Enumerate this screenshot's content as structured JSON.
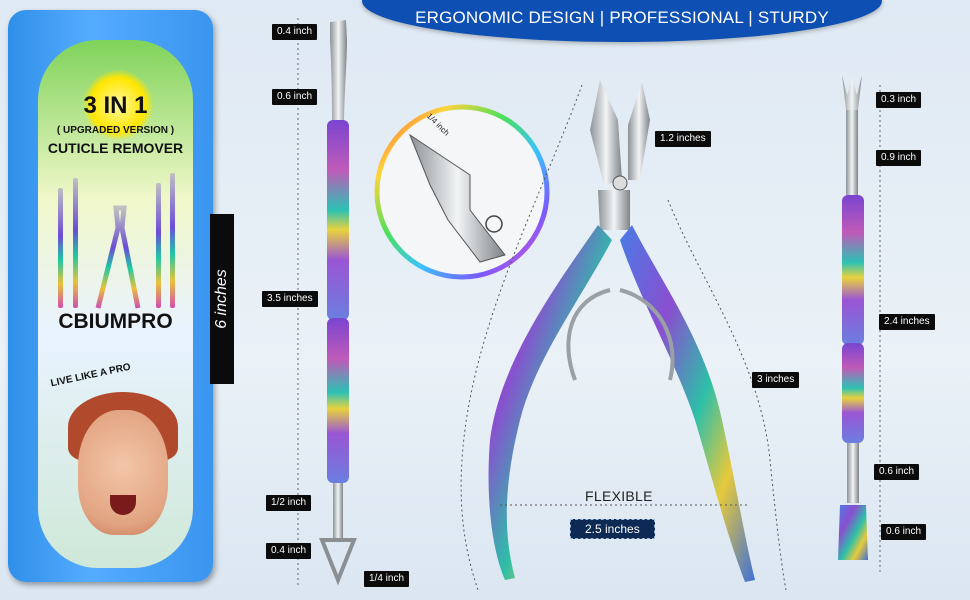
{
  "banner": {
    "text": "ERGONOMIC DESIGN | PROFESSIONAL | STURDY"
  },
  "package": {
    "headline": "3 IN 1",
    "subheadline": "( UPGRADED VERSION )",
    "product": "CUTICLE REMOVER",
    "brand": "CBIUMPRO",
    "motto": "LIVE LIKE A PRO"
  },
  "left_tool": {
    "overall_length": "6 inches",
    "labels": [
      "0.4 inch",
      "0.6 inch",
      "3.5 inches",
      "1/2 inch",
      "0.4 inch",
      "1/4 inch"
    ]
  },
  "nipper": {
    "inset_label": "1/4 inch",
    "labels": [
      "1.2 inches",
      "3 inches",
      "2.5 inches"
    ],
    "flexible": "FLEXIBLE"
  },
  "right_tool": {
    "labels": [
      "0.3 inch",
      "0.9 inch",
      "2.4 inches",
      "0.6 inch",
      "0.6 inch"
    ]
  },
  "colors": {
    "banner": "#0d4fb3",
    "package": "#3a95ef",
    "label_bg": "#0b0b0b"
  }
}
